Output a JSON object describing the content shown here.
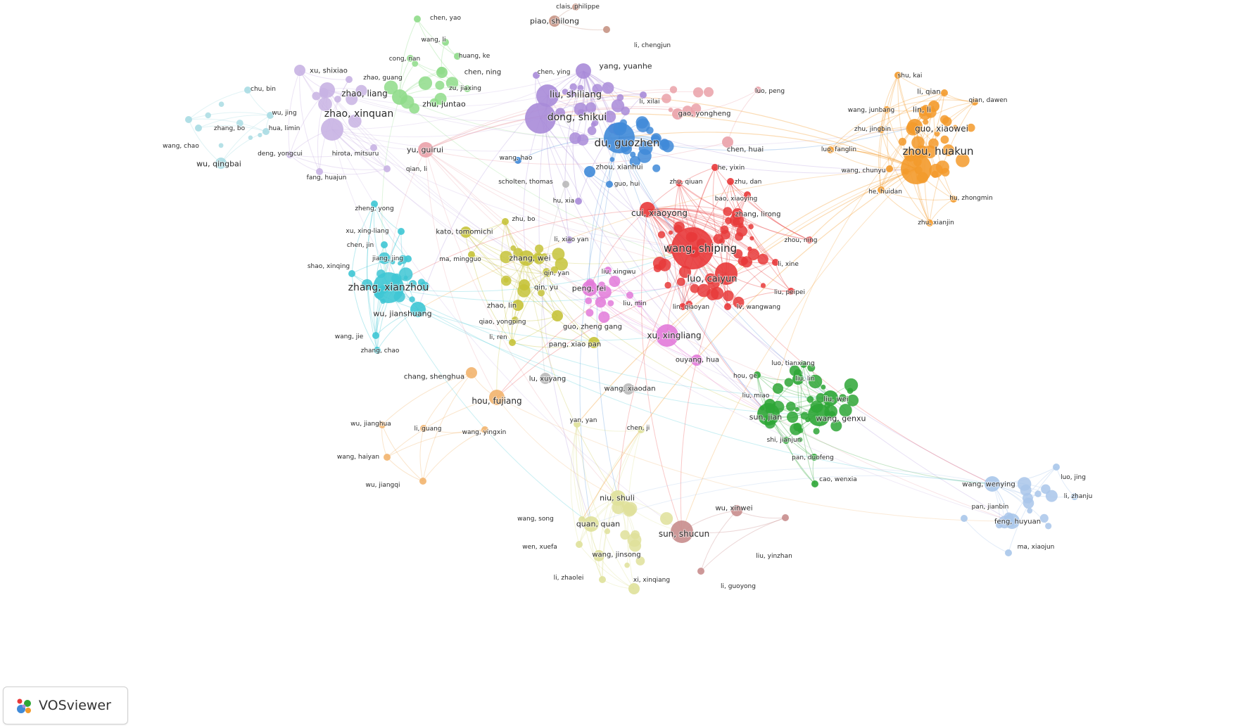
{
  "brand": {
    "name": "VOSviewer",
    "icon": "vosviewer-logo-icon"
  },
  "clusters": {
    "red": "#e8393a",
    "orange": "#f39a2b",
    "purple": "#a98bd8",
    "blue": "#3f8ad8",
    "green": "#2ea636",
    "lightgreen": "#8fdc8a",
    "cyan": "#3ec6d4",
    "olive": "#c6c33a",
    "pink": "#e27ad9",
    "lavender": "#c8b3e3",
    "lightblue": "#a9c6ea",
    "peach": "#f2b46e",
    "brown": "#c69484",
    "rose": "#eaa1a8",
    "gray": "#b9b9b9",
    "paleyellow": "#dfe19a",
    "palecyan": "#a9dce3",
    "wine": "#c88d8d"
  },
  "labeled_nodes": [
    {
      "label": "clais, philippe",
      "cluster": "brown",
      "size": 1
    },
    {
      "label": "piao, shilong",
      "cluster": "brown",
      "size": 2
    },
    {
      "label": "li, chengjun",
      "cluster": "brown",
      "size": 1
    },
    {
      "label": "chen, yao",
      "cluster": "lightgreen",
      "size": 1
    },
    {
      "label": "wang, li",
      "cluster": "lightgreen",
      "size": 1
    },
    {
      "label": "huang, ke",
      "cluster": "lightgreen",
      "size": 1
    },
    {
      "label": "cong, nan",
      "cluster": "lightgreen",
      "size": 1
    },
    {
      "label": "chen, ning",
      "cluster": "lightgreen",
      "size": 2
    },
    {
      "label": "zu, jiaxing",
      "cluster": "lightgreen",
      "size": 1
    },
    {
      "label": "zhu, juntao",
      "cluster": "lightgreen",
      "size": 3
    },
    {
      "label": "xu, shixiao",
      "cluster": "lavender",
      "size": 2
    },
    {
      "label": "zhao, guang",
      "cluster": "lavender",
      "size": 1
    },
    {
      "label": "zhao, liang",
      "cluster": "lavender",
      "size": 3
    },
    {
      "label": "zhao, xinquan",
      "cluster": "lavender",
      "size": 4
    },
    {
      "label": "chu, bin",
      "cluster": "palecyan",
      "size": 1
    },
    {
      "label": "wu, jing",
      "cluster": "palecyan",
      "size": 1
    },
    {
      "label": "hua, limin",
      "cluster": "palecyan",
      "size": 1
    },
    {
      "label": "zhang, bo",
      "cluster": "palecyan",
      "size": 1
    },
    {
      "label": "wang, chao",
      "cluster": "palecyan",
      "size": 1
    },
    {
      "label": "wu, qingbai",
      "cluster": "palecyan",
      "size": 2
    },
    {
      "label": "deng, yongcui",
      "cluster": "lavender",
      "size": 1
    },
    {
      "label": "hirota, mitsuru",
      "cluster": "lavender",
      "size": 1
    },
    {
      "label": "yu, guirui",
      "cluster": "rose",
      "size": 3
    },
    {
      "label": "fang, huajun",
      "cluster": "lavender",
      "size": 1
    },
    {
      "label": "qian, li",
      "cluster": "lavender",
      "size": 1
    },
    {
      "label": "chen, ying",
      "cluster": "purple",
      "size": 1
    },
    {
      "label": "yang, yuanhe",
      "cluster": "purple",
      "size": 3
    },
    {
      "label": "liu, shiliang",
      "cluster": "purple",
      "size": 4
    },
    {
      "label": "li, xilai",
      "cluster": "purple",
      "size": 1
    },
    {
      "label": "gao, yongheng",
      "cluster": "rose",
      "size": 2
    },
    {
      "label": "luo, peng",
      "cluster": "rose",
      "size": 1
    },
    {
      "label": "dong, shikui",
      "cluster": "purple",
      "size": 5
    },
    {
      "label": "du, guozhen",
      "cluster": "blue",
      "size": 5
    },
    {
      "label": "wang, hao",
      "cluster": "blue",
      "size": 1
    },
    {
      "label": "zhou, xianhui",
      "cluster": "blue",
      "size": 2
    },
    {
      "label": "chen, huai",
      "cluster": "rose",
      "size": 2
    },
    {
      "label": "he, yixin",
      "cluster": "red",
      "size": 1
    },
    {
      "label": "scholten, thomas",
      "cluster": "gray",
      "size": 1
    },
    {
      "label": "guo, hui",
      "cluster": "blue",
      "size": 1
    },
    {
      "label": "zhu, qiuan",
      "cluster": "red",
      "size": 1
    },
    {
      "label": "zhu, dan",
      "cluster": "red",
      "size": 1
    },
    {
      "label": "bao, xiaoying",
      "cluster": "red",
      "size": 1
    },
    {
      "label": "hu, xia",
      "cluster": "purple",
      "size": 1
    },
    {
      "label": "cui, xiaoyong",
      "cluster": "red",
      "size": 3
    },
    {
      "label": "zhang, lirong",
      "cluster": "red",
      "size": 2
    },
    {
      "label": "shu, kai",
      "cluster": "orange",
      "size": 1
    },
    {
      "label": "li, qian",
      "cluster": "orange",
      "size": 1
    },
    {
      "label": "qian, dawen",
      "cluster": "orange",
      "size": 1
    },
    {
      "label": "wang, junbang",
      "cluster": "orange",
      "size": 1
    },
    {
      "label": "lin, li",
      "cluster": "orange",
      "size": 2
    },
    {
      "label": "zhu, jingbin",
      "cluster": "orange",
      "size": 1
    },
    {
      "label": "guo, xiaowei",
      "cluster": "orange",
      "size": 3
    },
    {
      "label": "zhou, huakun",
      "cluster": "orange",
      "size": 5
    },
    {
      "label": "luo, fanglin",
      "cluster": "orange",
      "size": 1
    },
    {
      "label": "wang, chunyu",
      "cluster": "orange",
      "size": 1
    },
    {
      "label": "he, huidan",
      "cluster": "orange",
      "size": 1
    },
    {
      "label": "hu, zhongmin",
      "cluster": "orange",
      "size": 1
    },
    {
      "label": "zhu, xianjin",
      "cluster": "orange",
      "size": 1
    },
    {
      "label": "zheng, yong",
      "cluster": "cyan",
      "size": 1
    },
    {
      "label": "xu, xing-liang",
      "cluster": "cyan",
      "size": 1
    },
    {
      "label": "chen, jin",
      "cluster": "cyan",
      "size": 1
    },
    {
      "label": "jiang, jing",
      "cluster": "cyan",
      "size": 1
    },
    {
      "label": "shao, xinqing",
      "cluster": "cyan",
      "size": 1
    },
    {
      "label": "zhang, xianzhou",
      "cluster": "cyan",
      "size": 5
    },
    {
      "label": "wu, jianshuang",
      "cluster": "cyan",
      "size": 3
    },
    {
      "label": "wang, jie",
      "cluster": "cyan",
      "size": 1
    },
    {
      "label": "zhang, chao",
      "cluster": "cyan",
      "size": 1
    },
    {
      "label": "kato, tomomichi",
      "cluster": "olive",
      "size": 2
    },
    {
      "label": "zhu, bo",
      "cluster": "olive",
      "size": 1
    },
    {
      "label": "li, xiao yan",
      "cluster": "purple",
      "size": 1
    },
    {
      "label": "ma, mingguo",
      "cluster": "olive",
      "size": 1
    },
    {
      "label": "zhang, wei",
      "cluster": "olive",
      "size": 3
    },
    {
      "label": "qin, yan",
      "cluster": "olive",
      "size": 1
    },
    {
      "label": "qin, yu",
      "cluster": "olive",
      "size": 2
    },
    {
      "label": "peng, fei",
      "cluster": "pink",
      "size": 3
    },
    {
      "label": "liu, xingwu",
      "cluster": "pink",
      "size": 1
    },
    {
      "label": "zhao, lin",
      "cluster": "olive",
      "size": 2
    },
    {
      "label": "qiao, yongping",
      "cluster": "olive",
      "size": 1
    },
    {
      "label": "li, ren",
      "cluster": "olive",
      "size": 1
    },
    {
      "label": "guo, zheng gang",
      "cluster": "olive",
      "size": 2
    },
    {
      "label": "pang, xiao pan",
      "cluster": "olive",
      "size": 2
    },
    {
      "label": "liu, min",
      "cluster": "pink",
      "size": 1
    },
    {
      "label": "wang, shiping",
      "cluster": "red",
      "size": 6
    },
    {
      "label": "luo, caiyun",
      "cluster": "red",
      "size": 4
    },
    {
      "label": "zhou, ning",
      "cluster": "red",
      "size": 1
    },
    {
      "label": "li, xine",
      "cluster": "red",
      "size": 1
    },
    {
      "label": "liu, peipei",
      "cluster": "red",
      "size": 1
    },
    {
      "label": "lin, qiaoyan",
      "cluster": "red",
      "size": 1
    },
    {
      "label": "lv, wangwang",
      "cluster": "red",
      "size": 1
    },
    {
      "label": "xu, xingliang",
      "cluster": "pink",
      "size": 4
    },
    {
      "label": "ouyang, hua",
      "cluster": "pink",
      "size": 2
    },
    {
      "label": "chang, shenghua",
      "cluster": "peach",
      "size": 2
    },
    {
      "label": "lu, xuyang",
      "cluster": "gray",
      "size": 2
    },
    {
      "label": "wang, xiaodan",
      "cluster": "gray",
      "size": 2
    },
    {
      "label": "hou, fujiang",
      "cluster": "peach",
      "size": 3
    },
    {
      "label": "wu, jianghua",
      "cluster": "peach",
      "size": 1
    },
    {
      "label": "li, guang",
      "cluster": "peach",
      "size": 1
    },
    {
      "label": "wang, yingxin",
      "cluster": "peach",
      "size": 1
    },
    {
      "label": "yan, yan",
      "cluster": "paleyellow",
      "size": 1
    },
    {
      "label": "chen, ji",
      "cluster": "paleyellow",
      "size": 1
    },
    {
      "label": "wang, haiyan",
      "cluster": "peach",
      "size": 1
    },
    {
      "label": "wu, jiangqi",
      "cluster": "peach",
      "size": 1
    },
    {
      "label": "hou, ge",
      "cluster": "green",
      "size": 1
    },
    {
      "label": "luo, tianxiang",
      "cluster": "green",
      "size": 1
    },
    {
      "label": "liu, lin",
      "cluster": "green",
      "size": 2
    },
    {
      "label": "liu, miao",
      "cluster": "green",
      "size": 2
    },
    {
      "label": "liu, wei",
      "cluster": "green",
      "size": 3
    },
    {
      "label": "sun, jian",
      "cluster": "green",
      "size": 4
    },
    {
      "label": "wang, genxu",
      "cluster": "green",
      "size": 4
    },
    {
      "label": "shi, jianjun",
      "cluster": "green",
      "size": 1
    },
    {
      "label": "pan, duofeng",
      "cluster": "green",
      "size": 1
    },
    {
      "label": "cao, wenxia",
      "cluster": "green",
      "size": 1
    },
    {
      "label": "wang, wenying",
      "cluster": "lightblue",
      "size": 3
    },
    {
      "label": "luo, jing",
      "cluster": "lightblue",
      "size": 1
    },
    {
      "label": "li, zhanju",
      "cluster": "lightblue",
      "size": 1
    },
    {
      "label": "pan, jianbin",
      "cluster": "lightblue",
      "size": 1
    },
    {
      "label": "feng, huyuan",
      "cluster": "lightblue",
      "size": 3
    },
    {
      "label": "ma, xiaojun",
      "cluster": "lightblue",
      "size": 1
    },
    {
      "label": "niu, shuli",
      "cluster": "paleyellow",
      "size": 3
    },
    {
      "label": "wang, song",
      "cluster": "paleyellow",
      "size": 1
    },
    {
      "label": "quan, quan",
      "cluster": "paleyellow",
      "size": 3
    },
    {
      "label": "wu, xinwei",
      "cluster": "wine",
      "size": 2
    },
    {
      "label": "sun, shucun",
      "cluster": "wine",
      "size": 4
    },
    {
      "label": "wen, xuefa",
      "cluster": "paleyellow",
      "size": 1
    },
    {
      "label": "wang, jinsong",
      "cluster": "paleyellow",
      "size": 2
    },
    {
      "label": "liu, yinzhan",
      "cluster": "wine",
      "size": 1
    },
    {
      "label": "li, zhaolei",
      "cluster": "paleyellow",
      "size": 1
    },
    {
      "label": "xi, xinqiang",
      "cluster": "paleyellow",
      "size": 2
    },
    {
      "label": "li, guoyong",
      "cluster": "wine",
      "size": 1
    }
  ]
}
